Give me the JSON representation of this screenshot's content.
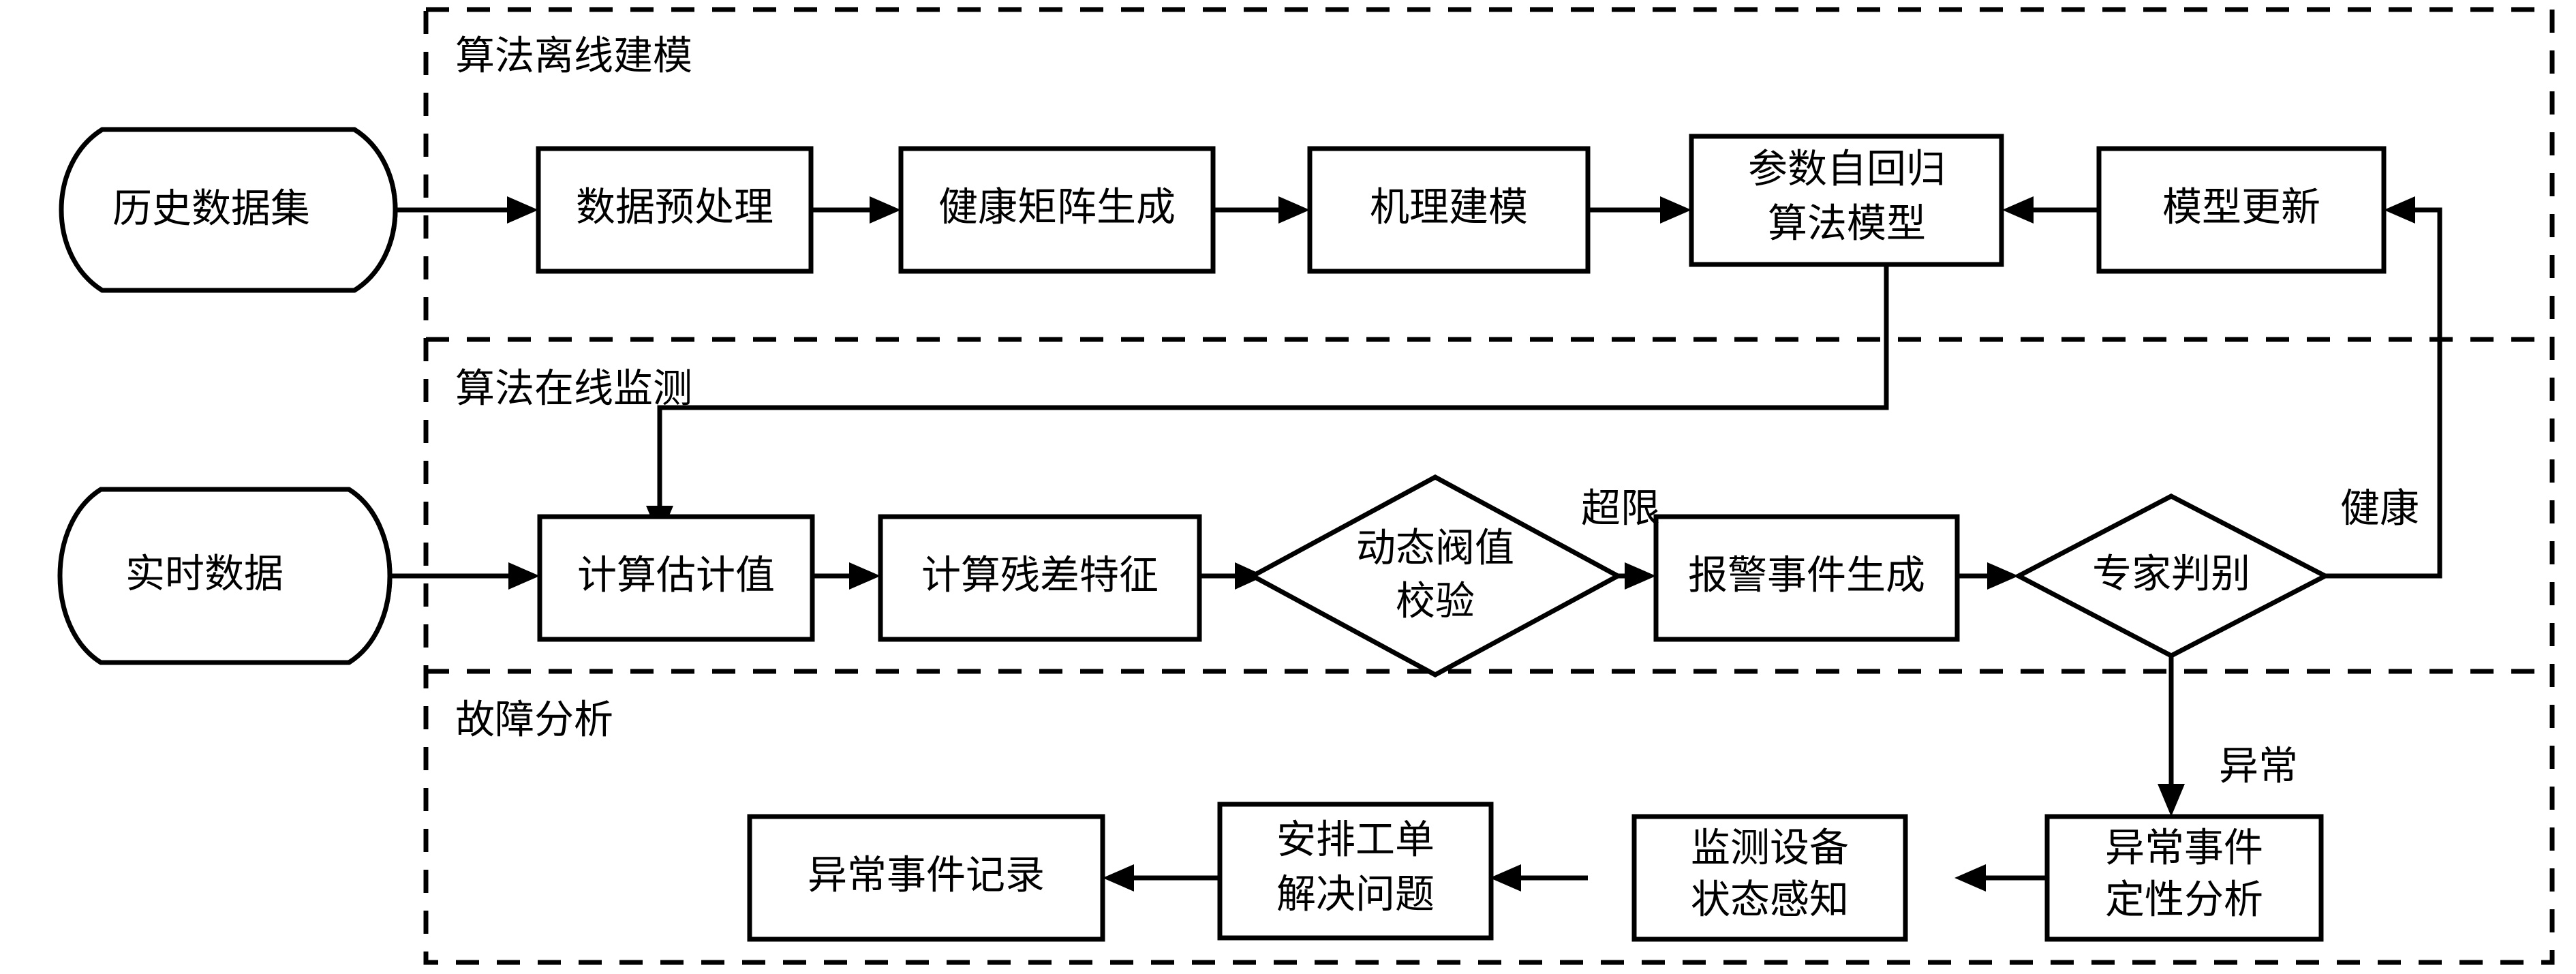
{
  "diagram": {
    "title_visible": false,
    "background": "#ffffff",
    "line_color": "#000000",
    "panels": [
      {
        "id": "offline",
        "label": "算法离线建模"
      },
      {
        "id": "online",
        "label": "算法在线监测"
      },
      {
        "id": "fault",
        "label": "故障分析"
      }
    ],
    "nodes": [
      {
        "id": "hist-data",
        "shape": "cylinder",
        "label": "历史数据集"
      },
      {
        "id": "preprocess",
        "shape": "rect",
        "label": "数据预处理"
      },
      {
        "id": "health-matrix",
        "shape": "rect",
        "label": "健康矩阵生成"
      },
      {
        "id": "mechanism",
        "shape": "rect",
        "label": "机理建模"
      },
      {
        "id": "ar-model",
        "shape": "rect",
        "label_line1": "参数自回归",
        "label_line2": "算法模型"
      },
      {
        "id": "model-update",
        "shape": "rect",
        "label": "模型更新"
      },
      {
        "id": "rt-data",
        "shape": "cylinder",
        "label": "实时数据"
      },
      {
        "id": "estimate",
        "shape": "rect",
        "label": "计算估计值"
      },
      {
        "id": "residual",
        "shape": "rect",
        "label": "计算残差特征"
      },
      {
        "id": "threshold",
        "shape": "diamond",
        "label_line1": "动态阀值",
        "label_line2": "校验"
      },
      {
        "id": "alarm",
        "shape": "rect",
        "label": "报警事件生成"
      },
      {
        "id": "expert",
        "shape": "diamond",
        "label": "专家判别"
      },
      {
        "id": "qualitative",
        "shape": "rect",
        "label_line1": "异常事件",
        "label_line2": "定性分析"
      },
      {
        "id": "device-status",
        "shape": "rect",
        "label_line1": "监测设备",
        "label_line2": "状态感知"
      },
      {
        "id": "work-order",
        "shape": "rect",
        "label_line1": "安排工单",
        "label_line2": "解决问题"
      },
      {
        "id": "event-record",
        "shape": "rect",
        "label": "异常事件记录"
      }
    ],
    "edge_labels": [
      {
        "id": "over-limit",
        "label": "超限"
      },
      {
        "id": "healthy",
        "label": "健康"
      },
      {
        "id": "abnormal",
        "label": "异常"
      }
    ]
  }
}
